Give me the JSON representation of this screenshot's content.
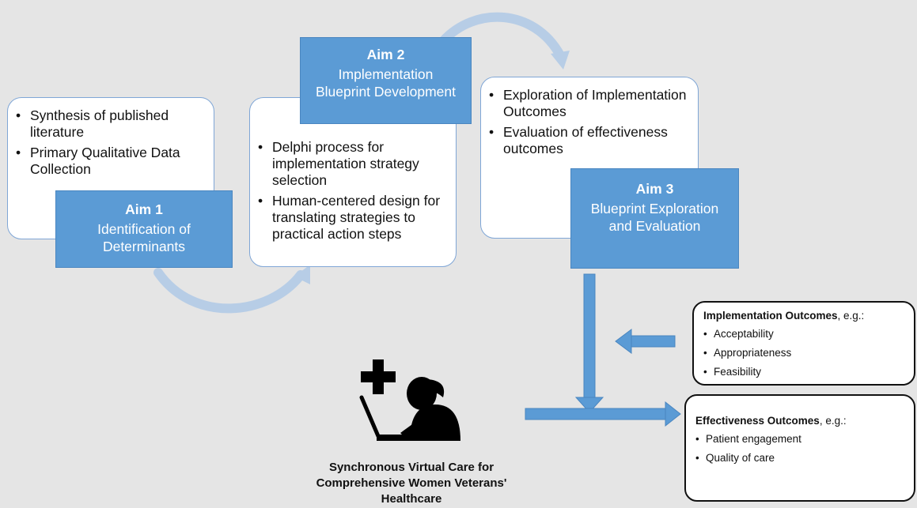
{
  "colors": {
    "accent": "#5b9bd5",
    "curve_arrow": "#b7cde6",
    "card_border": "#7fa6d6",
    "background": "#e5e5e5"
  },
  "card1": {
    "bullets": [
      "Synthesis of published literature",
      "Primary Qualitative Data Collection"
    ]
  },
  "aim1": {
    "title": "Aim 1",
    "text": "Identification of Determinants"
  },
  "card2": {
    "bullets": [
      "Delphi process for implementation strategy selection",
      "Human-centered design for translating strategies to practical action steps"
    ]
  },
  "aim2": {
    "title": "Aim 2",
    "text": "Implementation Blueprint Development"
  },
  "card3": {
    "bullets": [
      "Exploration of Implementation Outcomes",
      "Evaluation of effectiveness outcomes"
    ]
  },
  "aim3": {
    "title": "Aim 3",
    "text": "Blueprint Exploration and Evaluation"
  },
  "implementation_outcomes": {
    "header_bold": "Implementation Outcomes",
    "header_rest": ", e.g.:",
    "items": [
      "Acceptability",
      "Appropriateness",
      "Feasibility"
    ]
  },
  "effectiveness_outcomes": {
    "header_bold": "Effectiveness Outcomes",
    "header_rest": ", e.g.:",
    "items": [
      "Patient engagement",
      "Quality of care"
    ]
  },
  "caption": "Synchronous Virtual Care for Comprehensive Women Veterans' Healthcare",
  "icons": {
    "figure": "telehealth-person-icon",
    "cross": "medical-cross-icon"
  }
}
